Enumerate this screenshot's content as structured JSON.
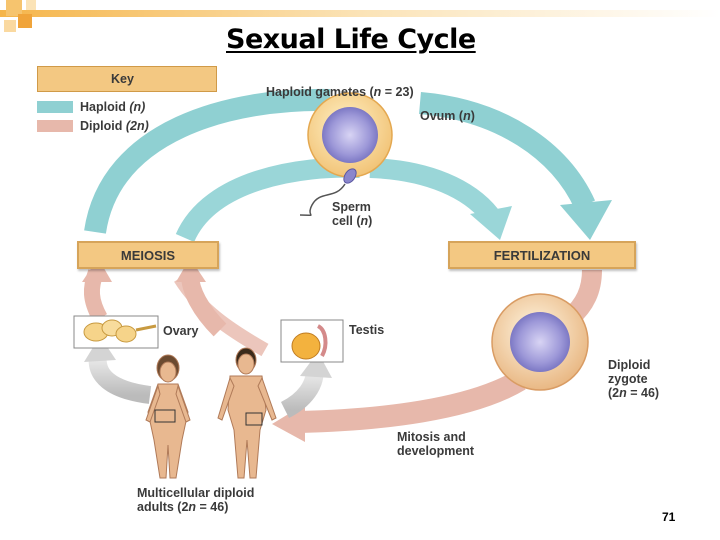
{
  "title": "Sexual Life Cycle",
  "key": {
    "heading": "Key",
    "haploid": "Haploid",
    "haploid_var": "(n)",
    "diploid": "Diploid",
    "diploid_var": "(2n)",
    "haploid_color": "#8fd0d2",
    "diploid_color": "#e7b8ab"
  },
  "labels": {
    "gametes_pre": "Haploid gametes (",
    "gametes_n": "n",
    "gametes_post": " = 23)",
    "ovum_pre": "Ovum (",
    "ovum_n": "n",
    "ovum_post": ")",
    "sperm_1": "Sperm",
    "sperm_2_pre": "cell (",
    "sperm_2_n": "n",
    "sperm_2_post": ")",
    "ovary": "Ovary",
    "testis": "Testis",
    "zygote_1": "Diploid",
    "zygote_2": "zygote",
    "zygote_3_pre": "(2",
    "zygote_3_n": "n",
    "zygote_3_post": " = 46)",
    "mitosis_1": "Mitosis and",
    "mitosis_2": "development",
    "adults_1": "Multicellular diploid",
    "adults_2_pre": "adults (2",
    "adults_2_n": "n",
    "adults_2_post": " = 46)"
  },
  "stages": {
    "meiosis": "MEIOSIS",
    "fertilization": "FERTILIZATION"
  },
  "page_number": "71"
}
